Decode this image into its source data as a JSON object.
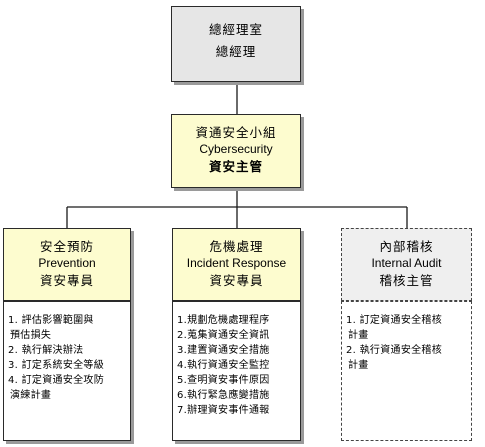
{
  "root": {
    "line1": "總經理室",
    "line2": "總經理"
  },
  "middle": {
    "line1": "資通安全小組",
    "line2": "Cybersecurity",
    "line3": "資安主管"
  },
  "prevention": {
    "line1": "安全預防",
    "line2": "Prevention",
    "line3": "資安專員",
    "tasks": [
      "1. 評估影響範圍與",
      "預估損失",
      "2. 執行解決辦法",
      "3. 訂定系統安全等級",
      "4. 訂定資通安全攻防",
      "演練計畫"
    ]
  },
  "incident": {
    "line1": "危機處理",
    "line2": "Incident Response",
    "line3": "資安專員",
    "tasks": [
      "1.規劃危機處理程序",
      "2.蒐集資通安全資訊",
      "3.建置資通安全措施",
      "4.執行資通安全監控",
      "5.查明資安事件原因",
      "6.執行緊急應變措施",
      "7.辦理資安事件通報"
    ]
  },
  "audit": {
    "line1": "內部稽核",
    "line2": "Internal Audit",
    "line3": "稽核主管",
    "tasks": [
      "1. 訂定資通安全稽核",
      "計畫",
      "2. 執行資通安全稽核",
      "計畫"
    ]
  },
  "colors": {
    "root_fill": "#e6e6e6",
    "yellow_fill": "#fdfccf",
    "audit_fill": "#efefef",
    "line": "#1a1a1a"
  }
}
